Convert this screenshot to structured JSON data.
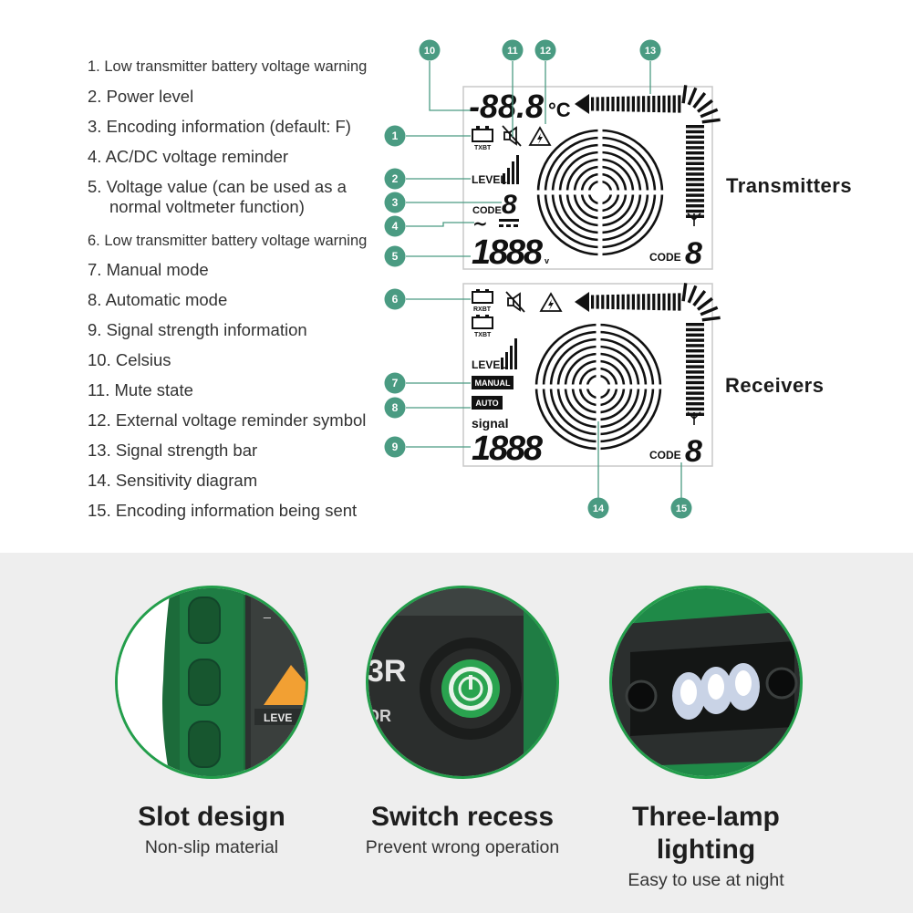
{
  "legend": [
    {
      "num": "1.",
      "text": "Low transmitter battery voltage warning"
    },
    {
      "num": "2.",
      "text": "Power level"
    },
    {
      "num": "3.",
      "text": "Encoding information (default: F)"
    },
    {
      "num": "4.",
      "text": "AC/DC voltage reminder"
    },
    {
      "num": "5.",
      "text": "Voltage value (can be used as a",
      "cont": "normal voltmeter function)"
    },
    {
      "num": "6.",
      "text": "Low transmitter battery voltage warning"
    },
    {
      "num": "7.",
      "text": "Manual mode"
    },
    {
      "num": "8.",
      "text": "Automatic mode"
    },
    {
      "num": "9.",
      "text": "Signal strength information"
    },
    {
      "num": "10.",
      "text": "Celsius"
    },
    {
      "num": "11.",
      "text": "Mute state"
    },
    {
      "num": "12.",
      "text": "External voltage reminder symbol"
    },
    {
      "num": "13.",
      "text": "Signal strength bar"
    },
    {
      "num": "14.",
      "text": "Sensitivity diagram"
    },
    {
      "num": "15.",
      "text": "Encoding information being sent"
    }
  ],
  "callouts": [
    "1",
    "2",
    "3",
    "4",
    "5",
    "6",
    "7",
    "8",
    "9",
    "10",
    "11",
    "12",
    "13",
    "14",
    "15"
  ],
  "sections": {
    "transmitters": "Transmitters",
    "receivers": "Receivers"
  },
  "lcd_tx": {
    "temp": "-88.8",
    "temp_unit": "°C",
    "battery_label": "TXBT",
    "level_label": "LEVEL",
    "code_label": "CODE",
    "code_digit": "8",
    "ac_symbol": "~",
    "voltage": "1888",
    "voltage_unit": "v",
    "code_label_right": "CODE",
    "code_digit_right": "8"
  },
  "lcd_rx": {
    "battery_label_rx": "RXBT",
    "battery_label_tx": "TXBT",
    "level_label": "LEVEL",
    "manual_label": "MANUAL",
    "auto_label": "AUTO",
    "signal_label": "signal",
    "signal_value": "1888",
    "code_label_right": "CODE",
    "code_digit_right": "8"
  },
  "features": [
    {
      "title": "Slot design",
      "subtitle": "Non-slip material"
    },
    {
      "title": "Switch recess",
      "subtitle": "Prevent wrong operation"
    },
    {
      "title": "Three-lamp lighting",
      "subtitle": "Easy to use at night"
    }
  ],
  "product_text": {
    "btn_label": "LEVE",
    "brand_partial": "3R",
    "brand_sub": "OR"
  },
  "colors": {
    "callout": "#4a9b82",
    "accent_green": "#239e4b",
    "lcd_bg": "#ffffff",
    "lcd_border": "#c8c8c8",
    "segment": "#111111",
    "panel_bg": "#eeeeee"
  }
}
